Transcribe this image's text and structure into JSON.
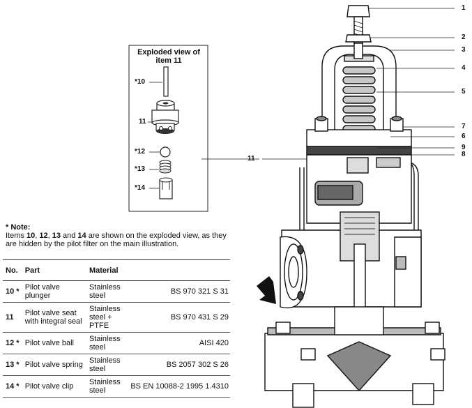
{
  "inset": {
    "title_line1": "Exploded view of",
    "title_line2": "item 11",
    "labels": [
      "*10",
      "11",
      "*12",
      "*13",
      "*14"
    ]
  },
  "callouts": [
    "1",
    "2",
    "3",
    "4",
    "5",
    "7",
    "6",
    "9",
    "8",
    "11"
  ],
  "note": {
    "title": "* Note:",
    "body_pre": "Items ",
    "i10": "10",
    "sep1": ", ",
    "i12": "12",
    "sep2": ", ",
    "i13": "13",
    "sep3": " and ",
    "i14": "14",
    "body_post": " are shown on the exploded view, as they are hidden by the pilot filter on the main illustration."
  },
  "table": {
    "headers": [
      "No.",
      "Part",
      "Material"
    ],
    "rows": [
      {
        "no": "10 *",
        "part": "Pilot valve plunger",
        "material": "Stainless steel",
        "standard": "BS 970 321 S 31"
      },
      {
        "no": "11",
        "part": "Pilot valve seat with integral seal",
        "material": "Stainless steel + PTFE",
        "standard": "BS 970 431 S 29"
      },
      {
        "no": "12 *",
        "part": "Pilot valve ball",
        "material": "Stainless steel",
        "standard": "AISI 420"
      },
      {
        "no": "13 *",
        "part": "Pilot valve spring",
        "material": "Stainless steel",
        "standard": "BS 2057 302 S 26"
      },
      {
        "no": "14 *",
        "part": "Pilot valve clip",
        "material": "Stainless steel",
        "standard": "BS EN 10088-2 1995 1.4310"
      }
    ]
  }
}
